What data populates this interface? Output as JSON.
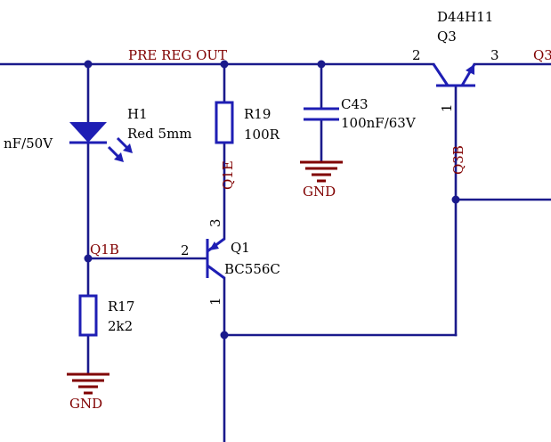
{
  "colors": {
    "wire": "#1a1a8c",
    "part": "#1e1eb4",
    "net": "#800000",
    "gnd": "#800000",
    "background": "#ffffff"
  },
  "nets": {
    "pre_reg_out": "PRE  REG  OUT",
    "q1e": "Q1E",
    "q1b": "Q1B",
    "q3b": "Q3B",
    "q3_cut": "Q3"
  },
  "components": {
    "h1": {
      "designator": "H1",
      "value": "Red 5mm",
      "cut_value": "nF/50V",
      "icon": "led-icon"
    },
    "r19": {
      "designator": "R19",
      "value": "100R",
      "icon": "resistor-icon"
    },
    "c43": {
      "designator": "C43",
      "value": "100nF/63V",
      "icon": "capacitor-icon"
    },
    "q1": {
      "designator": "Q1",
      "value": "BC556C",
      "pin_base": "2",
      "pin_emitter": "3",
      "pin_collector": "1",
      "icon": "pnp-transistor-icon"
    },
    "q3": {
      "designator": "Q3",
      "value": "D44H11",
      "pin_base": "1",
      "pin_collector": "2",
      "pin_emitter": "3",
      "icon": "npn-transistor-icon"
    },
    "r17": {
      "designator": "R17",
      "value": "2k2",
      "icon": "resistor-icon"
    }
  },
  "grounds": {
    "c43_gnd": "GND",
    "r17_gnd": "GND",
    "icon": "ground-icon"
  }
}
